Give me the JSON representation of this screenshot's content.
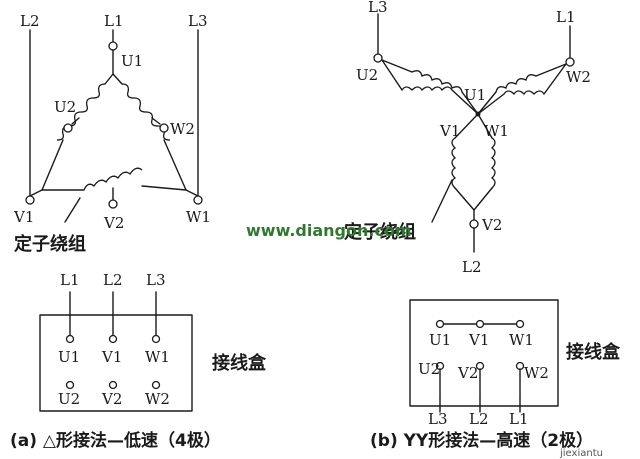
{
  "delta": {
    "lines": {
      "l1": "L1",
      "l2": "L2",
      "l3": "L3"
    },
    "terminals": {
      "u1": "U1",
      "u2": "U2",
      "w2": "W2",
      "v1": "V1",
      "v2": "V2",
      "w1": "W1"
    },
    "stator_label": "定子绕组",
    "box": {
      "top_labels": [
        "L1",
        "L2",
        "L3"
      ],
      "row1": [
        "U1",
        "V1",
        "W1"
      ],
      "row2": [
        "U2",
        "V2",
        "W2"
      ],
      "title": "接线盒"
    },
    "caption": "(a) △形接法—低速（4极）"
  },
  "yy": {
    "lines": {
      "l1": "L1",
      "l2": "L2",
      "l3": "L3"
    },
    "terminals": {
      "u2": "U2",
      "w2": "W2",
      "u1": "U1",
      "v1": "V1",
      "w1": "W1",
      "v2": "V2"
    },
    "stator_label": "定子绕组",
    "box": {
      "row1": [
        "U1",
        "V1",
        "W1"
      ],
      "row2": [
        "U2",
        "V2",
        "W2"
      ],
      "bottom_labels": [
        "L3",
        "L2",
        "L1"
      ],
      "title": "接线盒"
    },
    "caption_main": "(b) YY形接法—",
    "caption_tail": "高速（2极）"
  },
  "watermarks": {
    "site": "www.diangon.com",
    "small": "jiexiantu"
  }
}
